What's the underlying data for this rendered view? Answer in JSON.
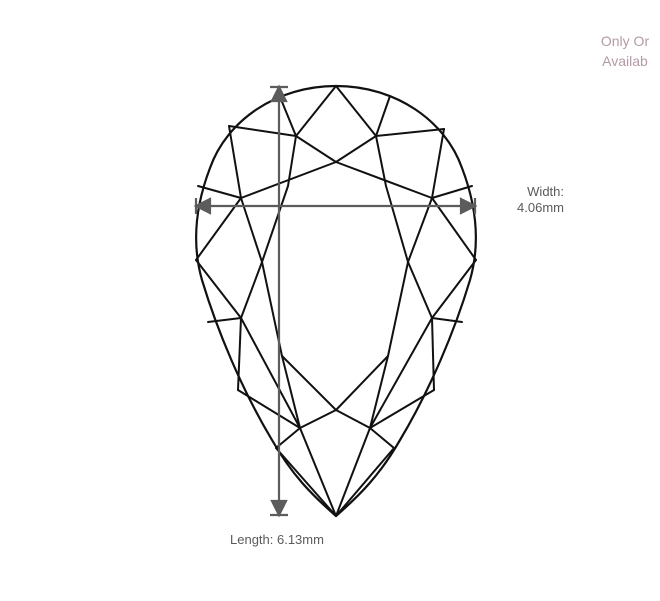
{
  "shape": "pear",
  "diagram_colors": {
    "outline": "#111111",
    "measure_lines": "#5c5c5c",
    "text": "#5a5a5a",
    "note_text": "#b49aa6"
  },
  "measurements": {
    "width_label_line1": "Width:",
    "width_label_line2": "4.06mm",
    "length_label": "Length: 6.13mm"
  },
  "corner_note": {
    "line1": "Only Or",
    "line2": "Availab"
  },
  "icons": {
    "gem": "pear-diamond-facet-diagram"
  }
}
